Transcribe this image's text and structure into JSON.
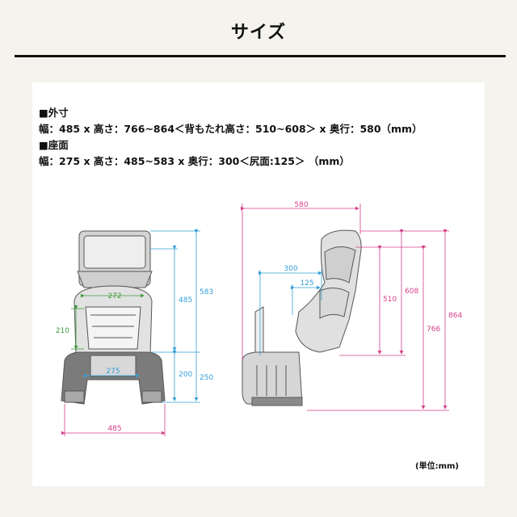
{
  "title": "サイズ",
  "specs": {
    "outer_heading": "■外寸",
    "outer_line": "幅：485 x 高さ：766~864＜背もたれ高さ：510~608＞ x 奥行：580（mm）",
    "seat_heading": "■座面",
    "seat_line": "幅：275 x 高さ：485~583 x 奥行：300＜尻面:125＞ （mm）"
  },
  "unit_note": "(単位:mm)",
  "dims": {
    "front_272": "272",
    "front_210": "210",
    "front_275": "275",
    "front_485_w": "485",
    "front_485_h": "485",
    "front_583": "583",
    "front_200": "200",
    "front_250": "250",
    "side_580": "580",
    "side_300": "300",
    "side_125": "125",
    "side_510": "510",
    "side_608": "608",
    "side_766": "766",
    "side_864": "864"
  },
  "colors": {
    "blue": "#33a0d8",
    "pink": "#d63f8a",
    "green": "#3f9a3a"
  }
}
